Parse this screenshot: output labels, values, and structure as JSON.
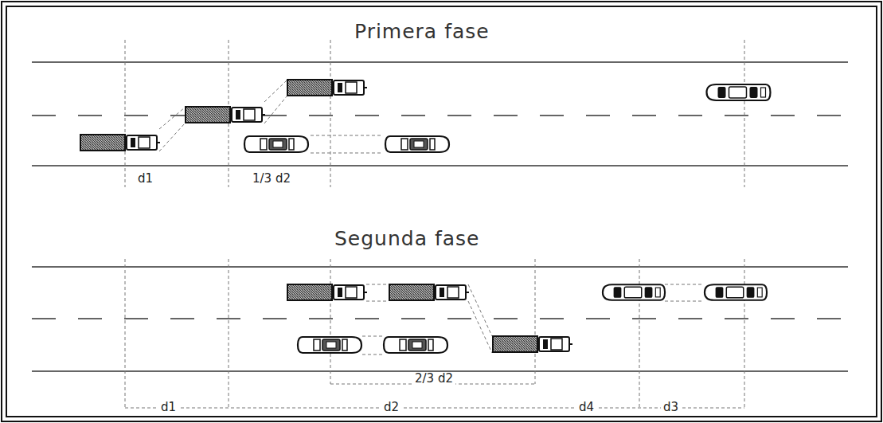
{
  "diagram": {
    "labels": [
      "Primera fase",
      "d1",
      "1/3 d2",
      "Segunda fase",
      "d1",
      "d2",
      "2/3 d2",
      "d4",
      "d3"
    ]
  }
}
